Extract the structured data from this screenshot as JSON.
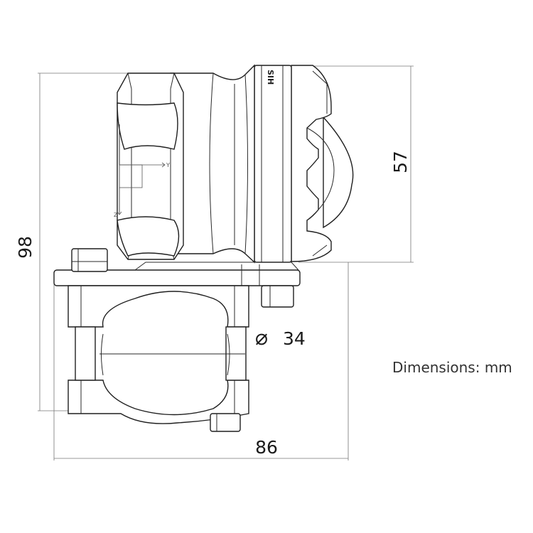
{
  "dimensions": {
    "height_overall": "98",
    "head_height": "57",
    "clamp_diameter_symbol": "⌀",
    "clamp_diameter": "34",
    "width_overall": "86"
  },
  "note": "Dimensions: mm",
  "axis_labels": {
    "y": "Y",
    "z": "Z"
  },
  "engraving": "SIH"
}
